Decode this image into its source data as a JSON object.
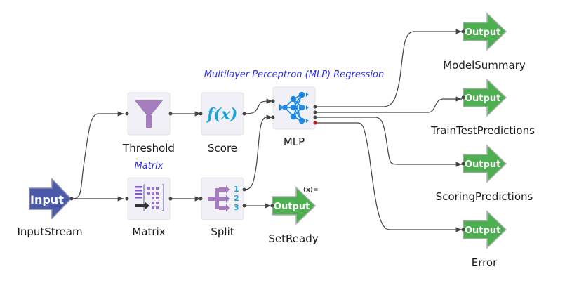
{
  "nodes": {
    "input": {
      "badge": "Input",
      "label": "InputStream",
      "color": "#4b5aa6"
    },
    "threshold": {
      "label": "Threshold"
    },
    "score": {
      "label": "Score",
      "icon_text": "f(x)"
    },
    "mlp": {
      "label": "MLP",
      "annotation": "Multilayer Perceptron (MLP) Regression"
    },
    "matrix": {
      "label": "Matrix",
      "annotation": "Matrix"
    },
    "split": {
      "label": "Split",
      "ports": [
        "1",
        "2",
        "3"
      ]
    },
    "setready": {
      "badge": "Output",
      "label": "SetReady",
      "marker": "(x)="
    },
    "modelsummary": {
      "badge": "Output",
      "label": "ModelSummary"
    },
    "traintest": {
      "badge": "Output",
      "label": "TrainTestPredictions"
    },
    "scoring": {
      "badge": "Output",
      "label": "ScoringPredictions"
    },
    "error": {
      "badge": "Output",
      "label": "Error"
    }
  },
  "colors": {
    "output_green": "#4caf50",
    "input_blue": "#4b5aa6",
    "purple_icon": "#a57dbf",
    "score_blue": "#1aa3d8",
    "mlp_blue": "#1e88e5",
    "annotation_blue": "#2f2fe0",
    "error_port": "#b71c1c"
  }
}
